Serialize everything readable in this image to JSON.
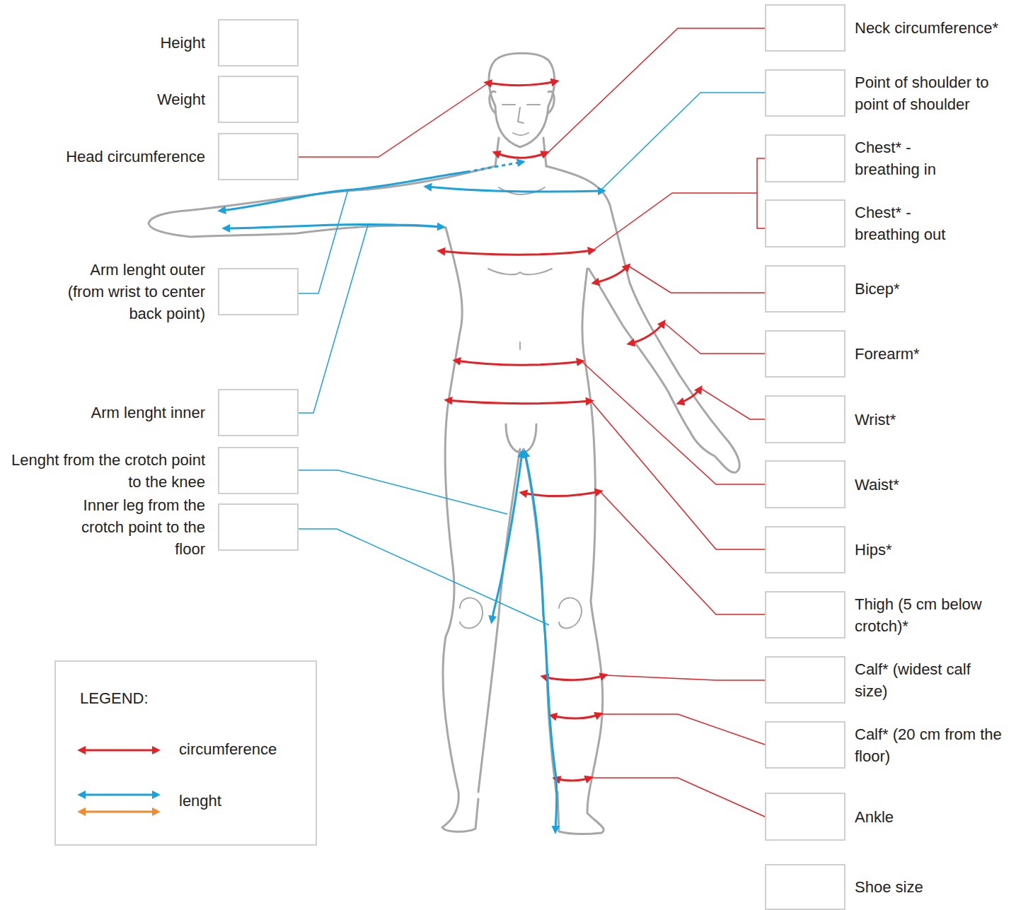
{
  "diagram": {
    "nodes": [
      {
        "text": [
          "Height"
        ]
      },
      {
        "text": [
          "Weight"
        ]
      },
      {
        "text": [
          "Head circumference"
        ]
      },
      {
        "text": [
          "Arm lenght outer (from wrist to center back point)"
        ]
      },
      {
        "text": [
          "Arm lenght inner"
        ]
      },
      {
        "text": [
          "Lenght from the crotch point to the knee"
        ]
      },
      {
        "text": [
          "Inner leg from the crotch point to the floor"
        ]
      },
      {
        "text": [
          "Neck circumference*"
        ]
      },
      {
        "text": [
          "Point of shoulder to point of shoulder"
        ]
      },
      {
        "text": [
          "Chest* -breathing in"
        ]
      },
      {
        "text": [
          "Chest* -breathing out"
        ]
      },
      {
        "text": [
          "Bicep*"
        ]
      },
      {
        "text": [
          "Forearm*"
        ]
      },
      {
        "text": [
          "Wrist*"
        ]
      },
      {
        "text": [
          "Waist*"
        ]
      },
      {
        "text": [
          "Hips*"
        ]
      },
      {
        "text": [
          "Thigh (5 cm below crotch)*"
        ]
      },
      {
        "text": [
          "Calf* (widest calf size)"
        ]
      },
      {
        "text": [
          "Calf* (20 cm from the floor)"
        ]
      },
      {
        "text": [
          "Ankle"
        ]
      },
      {
        "text": [
          "Shoe size"
        ]
      }
    ],
    "labels": [
      "LEGEND:"
    ],
    "legend": [
      {
        "text": "circumference"
      },
      {
        "text": "lenght"
      }
    ]
  }
}
